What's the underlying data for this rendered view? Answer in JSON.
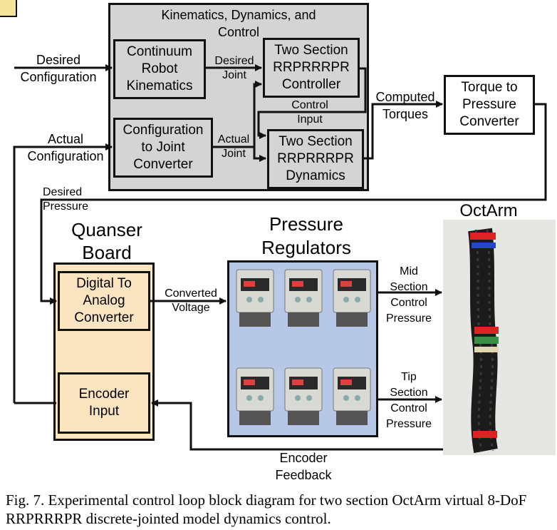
{
  "kdc_group": {
    "title": "Kinematics, Dynamics, and\nControl"
  },
  "blocks": {
    "crk": "Continuum\nRobot\nKinematics",
    "ctj": "Configuration\nto Joint\nConverter",
    "controller": "Two Section\nRRPRRRPR\nController",
    "dynamics": "Two Section\nRRPRRRPR\nDynamics",
    "ttp": "Torque to\nPressure\nConverter",
    "dac": "Digital To\nAnalog\nConverter",
    "encoder": "Encoder\nInput"
  },
  "groups": {
    "quanser": "Quanser\nBoard",
    "regulators": "Pressure\nRegulators",
    "octarm": "OctArm"
  },
  "signals": {
    "desired_configuration": "Desired\nConfiguration",
    "actual_configuration": "Actual\nConfiguration",
    "desired_joint": "Desired\nJoint",
    "actual_joint": "Actual\nJoint",
    "control_input": "Control\nInput",
    "computed_torques": "Computed\nTorques",
    "desired_pressure": "Desired\nPressure",
    "converted_voltage": "Converted\nVoltage",
    "mid_section": "Mid\nSection\nControl\nPressure",
    "tip_section": "Tip\nSection\nControl\nPressure",
    "encoder_feedback": "Encoder\nFeedback"
  },
  "caption": "Fig. 7.  Experimental control loop block diagram for two section OctArm virtual 8-DoF RRPRRRPR discrete-jointed model dynamics control.",
  "colors": {
    "kdc_fill": "#d4d4d4",
    "quanser_fill": "#fbe5c1",
    "regulator_fill": "#b7c7e6",
    "line": "#111111"
  }
}
